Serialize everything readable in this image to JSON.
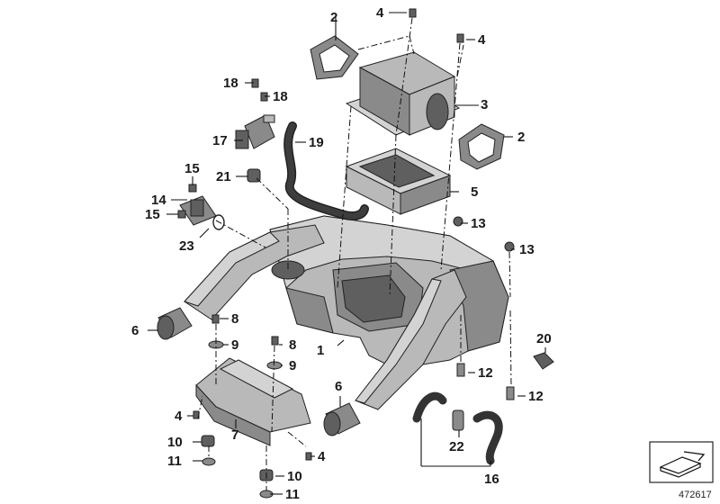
{
  "diagram": {
    "reference_number": "472617",
    "callouts": [
      "1",
      "2",
      "2",
      "3",
      "4",
      "4",
      "4",
      "4",
      "5",
      "6",
      "6",
      "7",
      "8",
      "8",
      "9",
      "9",
      "10",
      "10",
      "11",
      "11",
      "12",
      "12",
      "13",
      "13",
      "14",
      "15",
      "15",
      "16",
      "17",
      "18",
      "18",
      "19",
      "20",
      "21",
      "22",
      "23"
    ]
  },
  "colors": {
    "shade_dark": "#5f5f5f",
    "shade_mid": "#8a8a8a",
    "shade_light": "#b9b9b9",
    "shade_pale": "#d3d3d3",
    "line": "#111111"
  }
}
